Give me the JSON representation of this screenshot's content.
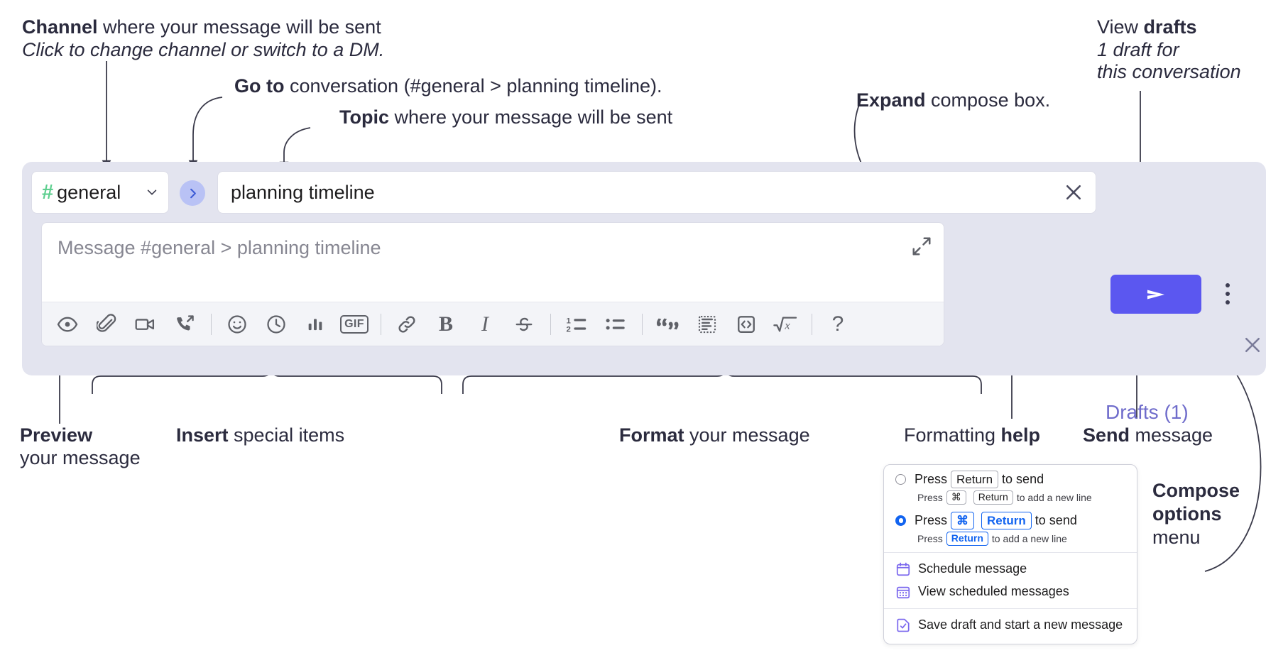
{
  "annotations": {
    "channel": {
      "line1_bold": "Channel",
      "line1_rest": " where your message will be sent",
      "line2_italic": "Click to change channel or switch to a DM."
    },
    "goto": {
      "bold": "Go to",
      "rest": " conversation (#general > planning timeline)."
    },
    "topic": {
      "bold": "Topic",
      "rest": " where your message will be sent"
    },
    "expand": {
      "bold": "Expand",
      "rest": " compose box."
    },
    "drafts": {
      "line1_rest": "View ",
      "line1_bold": "drafts",
      "line2_italic": "1 draft for",
      "line3_italic": "this conversation"
    },
    "preview": {
      "line1_bold": "Preview",
      "line2": "your message"
    },
    "insert": {
      "bold": "Insert",
      "rest": " special items"
    },
    "format": {
      "bold": "Format",
      "rest": " your message"
    },
    "formatting_help": {
      "rest": "Formatting ",
      "bold": "help"
    },
    "send": {
      "bold": "Send",
      "rest": " message"
    },
    "compose_options": {
      "line1_bold": "Compose",
      "line2_bold": "options",
      "line3": "menu"
    }
  },
  "composer": {
    "channel": {
      "hash": "#",
      "name": "general",
      "chevron_icon": "chevron-down-icon"
    },
    "goto_button": {
      "icon": "chevron-right-icon",
      "label": "Go to conversation"
    },
    "topic": {
      "value": "planning timeline",
      "clear_icon": "close-icon"
    },
    "message": {
      "placeholder": "Message #general > planning timeline",
      "expand_icon": "expand-icon"
    },
    "toolbar_left": [
      {
        "name": "preview-icon",
        "label": "Preview"
      },
      {
        "name": "attachment-icon",
        "label": "Attach file"
      },
      {
        "name": "video-icon",
        "label": "Record video clip"
      },
      {
        "name": "audio-call-icon",
        "label": "Record audio clip"
      }
    ],
    "toolbar_insert": [
      {
        "name": "emoji-icon",
        "label": "Emoji"
      },
      {
        "name": "clock-icon",
        "label": "Reminder"
      },
      {
        "name": "poll-icon",
        "label": "Poll"
      },
      {
        "name": "gif-icon",
        "label": "GIF"
      }
    ],
    "toolbar_format": [
      {
        "name": "link-icon",
        "label": "Link"
      },
      {
        "name": "bold-icon",
        "label": "Bold"
      },
      {
        "name": "italic-icon",
        "label": "Italic"
      },
      {
        "name": "strikethrough-icon",
        "label": "Strikethrough"
      },
      {
        "name": "ordered-list-icon",
        "label": "Ordered list"
      },
      {
        "name": "bulleted-list-icon",
        "label": "Bulleted list"
      },
      {
        "name": "blockquote-icon",
        "label": "Blockquote"
      },
      {
        "name": "code-block-icon",
        "label": "Code block"
      },
      {
        "name": "code-icon",
        "label": "Code"
      },
      {
        "name": "math-icon",
        "label": "Math"
      }
    ],
    "help_button": {
      "name": "help-icon",
      "glyph": "?"
    },
    "gif_label": "GIF",
    "send_button": {
      "name": "send-icon",
      "label": "Send"
    },
    "compose_options_button": {
      "name": "kebab-menu-icon",
      "label": "Compose options"
    },
    "drafts_link": "Drafts (1)",
    "panel_close": {
      "name": "close-icon",
      "label": "Close"
    }
  },
  "popup": {
    "options": [
      {
        "selected": false,
        "main": {
          "pre": "Press",
          "keys": [
            "Return"
          ],
          "post": "to send"
        },
        "sub": {
          "pre": "Press",
          "keys": [
            "⌘",
            "Return"
          ],
          "post": "to add a new line"
        }
      },
      {
        "selected": true,
        "main": {
          "pre": "Press",
          "keys": [
            "⌘",
            "Return"
          ],
          "post": "to send"
        },
        "sub": {
          "pre": "Press",
          "keys": [
            "Return"
          ],
          "post": "to add a new line"
        }
      }
    ],
    "menu_items": [
      {
        "icon": "calendar-icon",
        "label": "Schedule message"
      },
      {
        "icon": "calendar-grid-icon",
        "label": "View scheduled messages"
      },
      {
        "icon": "save-draft-icon",
        "label": "Save draft and start a new message"
      }
    ]
  },
  "colors": {
    "panel_bg": "#e3e4ef",
    "send_purple": "#5b57f0",
    "drafts_purple": "#6f6ccb",
    "hash_green": "#5ecf8f",
    "goto_blue_bg": "#b9c2f5",
    "goto_blue_fg": "#3c5bd6",
    "key_blue": "#1264f0",
    "menu_icon_purple": "#7b68ee",
    "text_dark": "#2b2b3e"
  }
}
